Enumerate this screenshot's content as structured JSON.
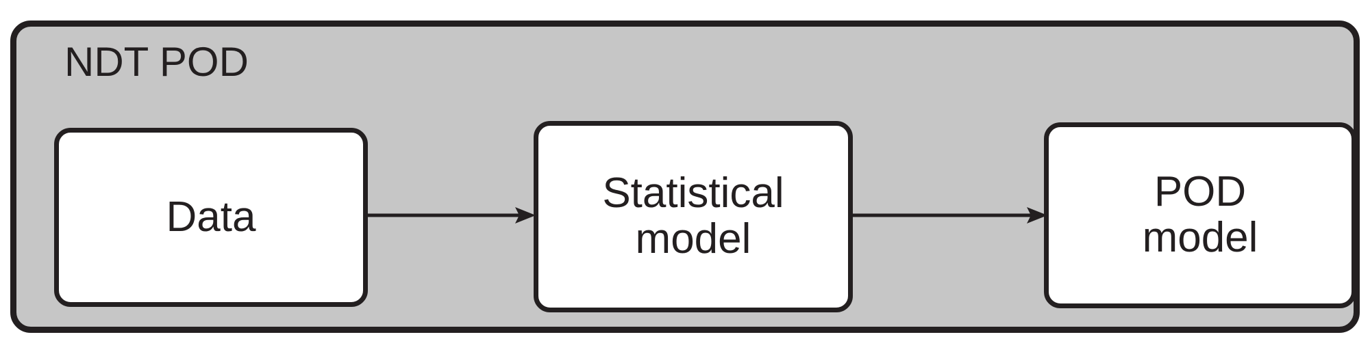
{
  "diagram": {
    "title": "NDT POD",
    "background_color": "#c6c6c6",
    "stroke_color": "#231f20",
    "node_fill_color": "#ffffff",
    "nodes": [
      {
        "id": "data",
        "label": "Data"
      },
      {
        "id": "statistical-model",
        "label": "Statistical\nmodel"
      },
      {
        "id": "pod-model",
        "label": "POD\nmodel"
      }
    ],
    "connectors": [
      {
        "id": "data-to-statistical",
        "from": "data",
        "to": "statistical-model",
        "style": "solid-arrow"
      },
      {
        "id": "statistical-to-pod",
        "from": "statistical-model",
        "to": "pod-model",
        "style": "solid-arrow"
      }
    ]
  }
}
